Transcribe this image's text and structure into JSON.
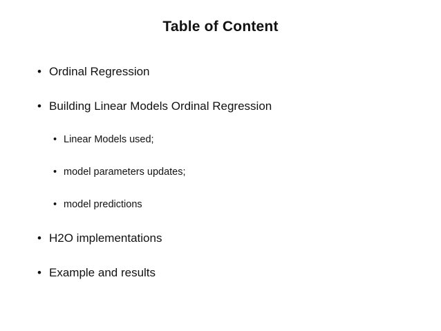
{
  "slide": {
    "title": "Table of Content",
    "colors": {
      "background": "#ffffff",
      "text": "#111111"
    },
    "bullets": [
      {
        "level": 1,
        "label": "Ordinal Regression"
      },
      {
        "level": 1,
        "label": "Building Linear Models Ordinal Regression"
      },
      {
        "level": 2,
        "label": "Linear Models used;"
      },
      {
        "level": 2,
        "label": "model parameters updates;"
      },
      {
        "level": 2,
        "label": "model predictions"
      },
      {
        "level": 1,
        "label": "H2O implementations"
      },
      {
        "level": 1,
        "label": "Example and results"
      }
    ]
  }
}
